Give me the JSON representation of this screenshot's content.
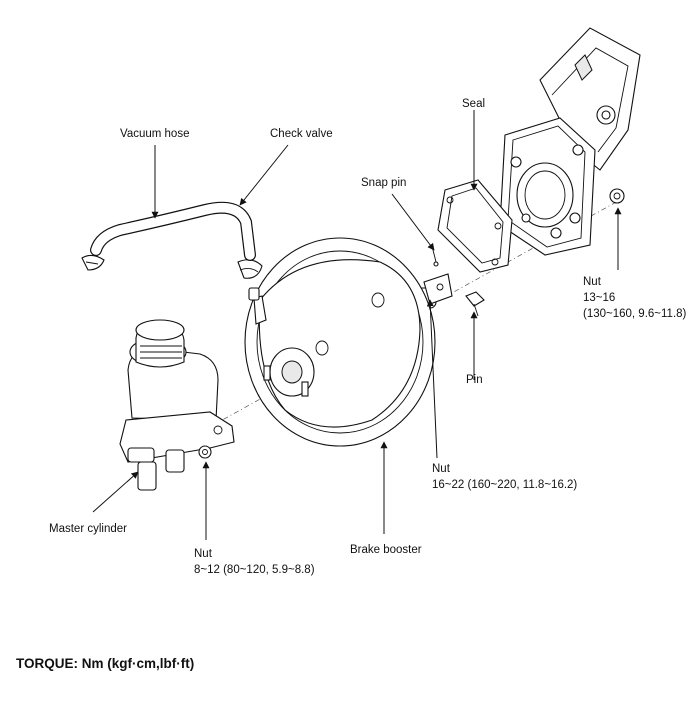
{
  "labels": {
    "vacuum_hose": "Vacuum hose",
    "check_valve": "Check valve",
    "seal": "Seal",
    "snap_pin": "Snap pin",
    "nut_right_title": "Nut",
    "nut_right_torque": "13~16",
    "nut_right_torque_units": "(130~160, 9.6~11.8)",
    "pin": "Pin",
    "nut_mid_title": "Nut",
    "nut_mid_torque": "16~22 (160~220, 11.8~16.2)",
    "master_cylinder": "Master cylinder",
    "brake_booster": "Brake booster",
    "nut_left_title": "Nut",
    "nut_left_torque": "8~12 (80~120, 5.9~8.8)"
  },
  "footer": {
    "torque_units": "TORQUE: Nm (kgf·cm,lbf·ft)"
  }
}
